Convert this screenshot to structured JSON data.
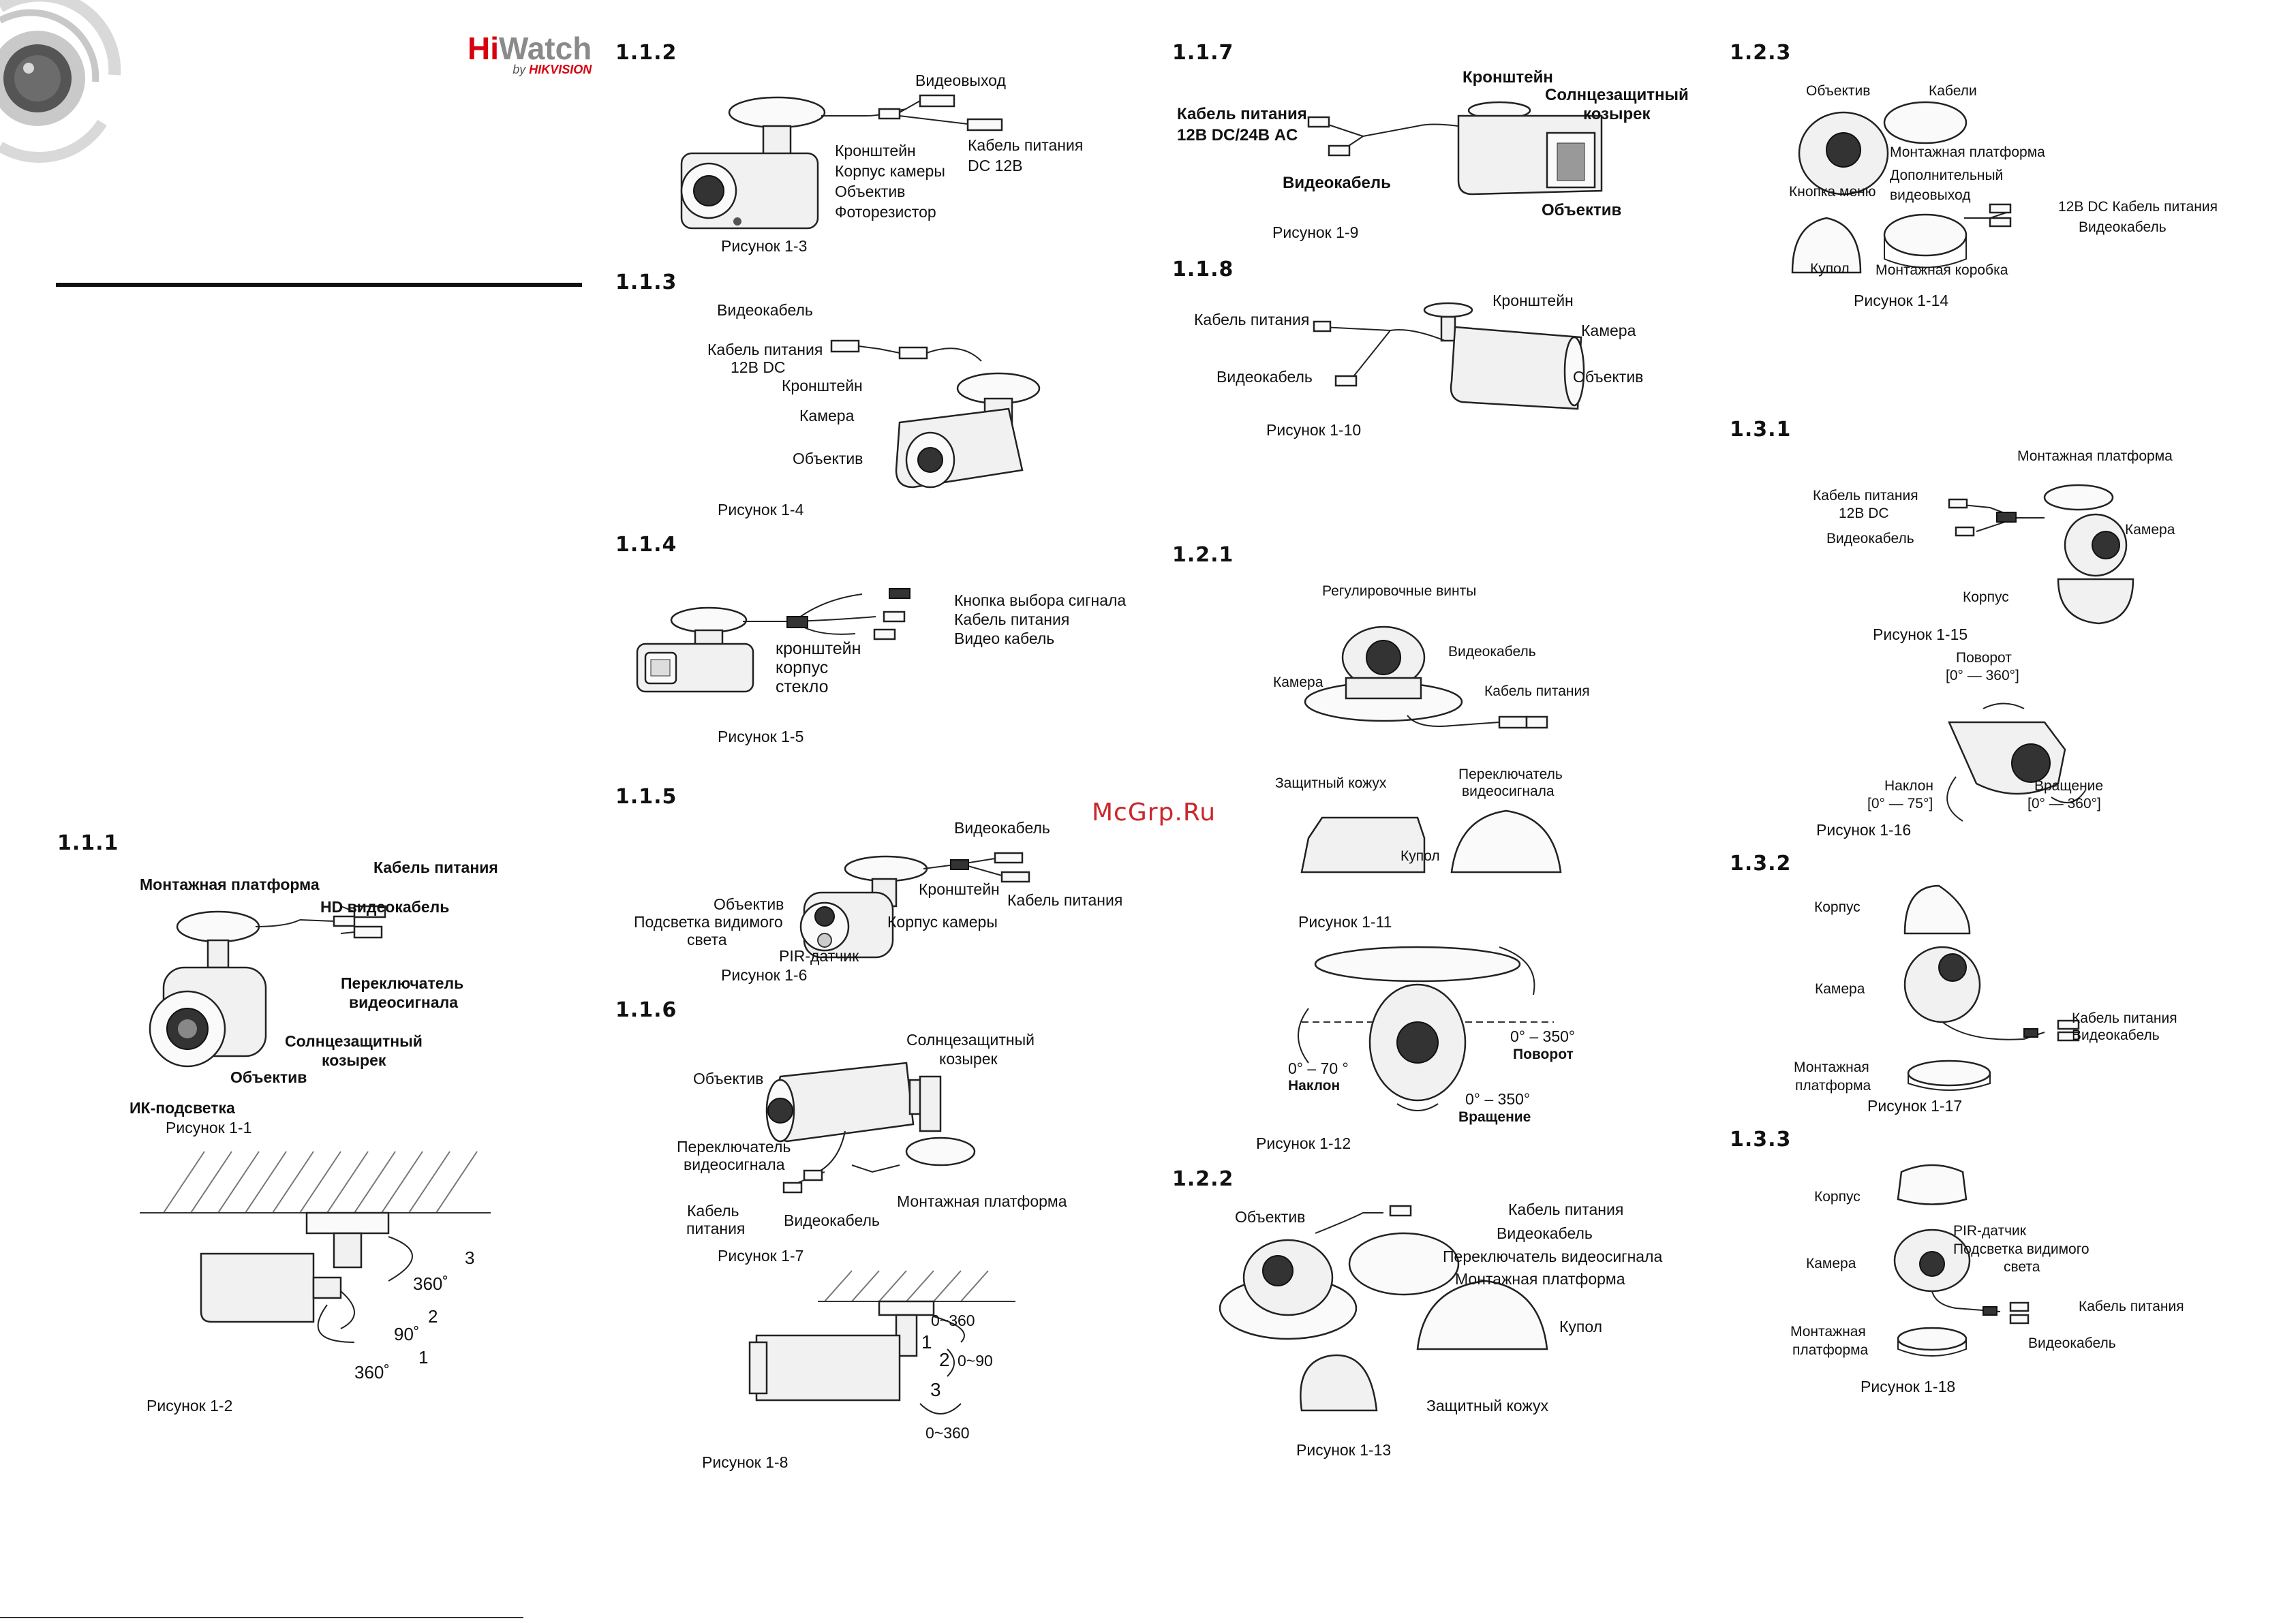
{
  "brand": {
    "name_hi": "Hi",
    "name_watch": "Watch",
    "by": "by",
    "vendor": "HIKVISION"
  },
  "wm": "McGrp.Ru",
  "s111": {
    "n": "1.1.1",
    "labels": [
      "Монтажная платформа",
      "Кабель питания",
      "HD видеокабель",
      "Переключатель",
      "видеосигнала",
      "Солнцезащитный",
      "козырек",
      "Объектив",
      "ИК-подсветка"
    ],
    "cap1": "Рисунок 1-1",
    "cap2": "Рисунок 1-2",
    "rot": [
      "3",
      "360˚",
      "2",
      "90˚",
      "1",
      "360˚"
    ]
  },
  "s112": {
    "n": "1.1.2",
    "labels": [
      "Видеовыход",
      "Кабель питания",
      "DC 12В",
      "Кронштейн",
      "Корпус камеры",
      "Объектив",
      "Фоторезистор"
    ],
    "cap": "Рисунок 1-3"
  },
  "s113": {
    "n": "1.1.3",
    "labels": [
      "Видеокабель",
      "Кабель питания",
      "12В DC",
      "Кронштейн",
      "Камера",
      "Объектив"
    ],
    "cap": "Рисунок 1-4"
  },
  "s114": {
    "n": "1.1.4",
    "labels": [
      "Кнопка выбора сигнала",
      "Кабель питания",
      "Видео кабель",
      "кронштейн",
      "корпус",
      "стекло"
    ],
    "cap": "Рисунок 1-5"
  },
  "s115": {
    "n": "1.1.5",
    "labels": [
      "Видеокабель",
      "Кронштейн",
      "Кабель питания",
      "Объектив",
      "Подсветка видимого",
      "света",
      "Корпус камеры",
      "PIR-датчик"
    ],
    "cap": "Рисунок 1-6"
  },
  "s116": {
    "n": "1.1.6",
    "labels": [
      "Солнцезащитный",
      "козырек",
      "Объектив",
      "Переключатель",
      "видеосигнала",
      "Кабель",
      "питания",
      "Видеокабель",
      "Монтажная платформа"
    ],
    "cap7": "Рисунок 1-7",
    "cap8": "Рисунок 1-8",
    "rot": [
      "1",
      "2",
      "3",
      "0~360",
      "0~90",
      "0~360"
    ]
  },
  "s117": {
    "n": "1.1.7",
    "labels": [
      "Кронштейн",
      "Солнцезащитный",
      "козырек",
      "Кабель питания",
      "12В DC/24В AC",
      "Видеокабель",
      "Объектив"
    ],
    "cap": "Рисунок 1-9"
  },
  "s118": {
    "n": "1.1.8",
    "labels": [
      "Кронштейн",
      "Кабель питания",
      "Камера",
      "Видеокабель",
      "Объектив"
    ],
    "cap": "Рисунок 1-10"
  },
  "s121": {
    "n": "1.2.1",
    "labels": [
      "Регулировочные винты",
      "Видеокабель",
      "Камера",
      "Кабель питания",
      "Переключатель",
      "видеосигнала",
      "Защитный кожух",
      "Купол"
    ],
    "cap11": "Рисунок 1-11",
    "rot": [
      "0° – 350°",
      "Поворот",
      "0° – 70 °",
      "Наклон",
      "0° – 350°",
      "Вращение"
    ],
    "cap12": "Рисунок 1-12"
  },
  "s122": {
    "n": "1.2.2",
    "labels": [
      "Объектив",
      "Кабель питания",
      "Видеокабель",
      "Переключатель видеосигнала",
      "Монтажная платформа",
      "Купол",
      "Защитный кожух"
    ],
    "cap": "Рисунок 1-13"
  },
  "s123": {
    "n": "1.2.3",
    "labels": [
      "Объектив",
      "Кабели",
      "Монтажная платформа",
      "Дополнительный",
      "видеовыход",
      "Кнопка меню",
      "12В DC Кабель питания",
      "Видеокабель",
      "Купол",
      "Монтажная коробка"
    ],
    "cap": "Рисунок 1-14"
  },
  "s131": {
    "n": "1.3.1",
    "labels": [
      "Монтажная платформа",
      "Кабель питания",
      "12В DC",
      "Камера",
      "Видеокабель",
      "Корпус"
    ],
    "cap15": "Рисунок 1-15",
    "rot": [
      "Поворот",
      "[0° — 360°]",
      "Наклон",
      "[0° — 75°]",
      "Вращение",
      "[0° — 360°]"
    ],
    "cap16": "Рисунок 1-16"
  },
  "s132": {
    "n": "1.3.2",
    "labels": [
      "Корпус",
      "Камера",
      "Кабель питания",
      "Видеокабель",
      "Монтажная",
      "платформа"
    ],
    "cap": "Рисунок 1-17"
  },
  "s133": {
    "n": "1.3.3",
    "labels": [
      "Корпус",
      "PIR-датчик",
      "Подсветка видимого",
      "света",
      "Камера",
      "Кабель питания",
      "Монтажная",
      "платформа",
      "Видеокабель"
    ],
    "cap": "Рисунок 1-18"
  }
}
